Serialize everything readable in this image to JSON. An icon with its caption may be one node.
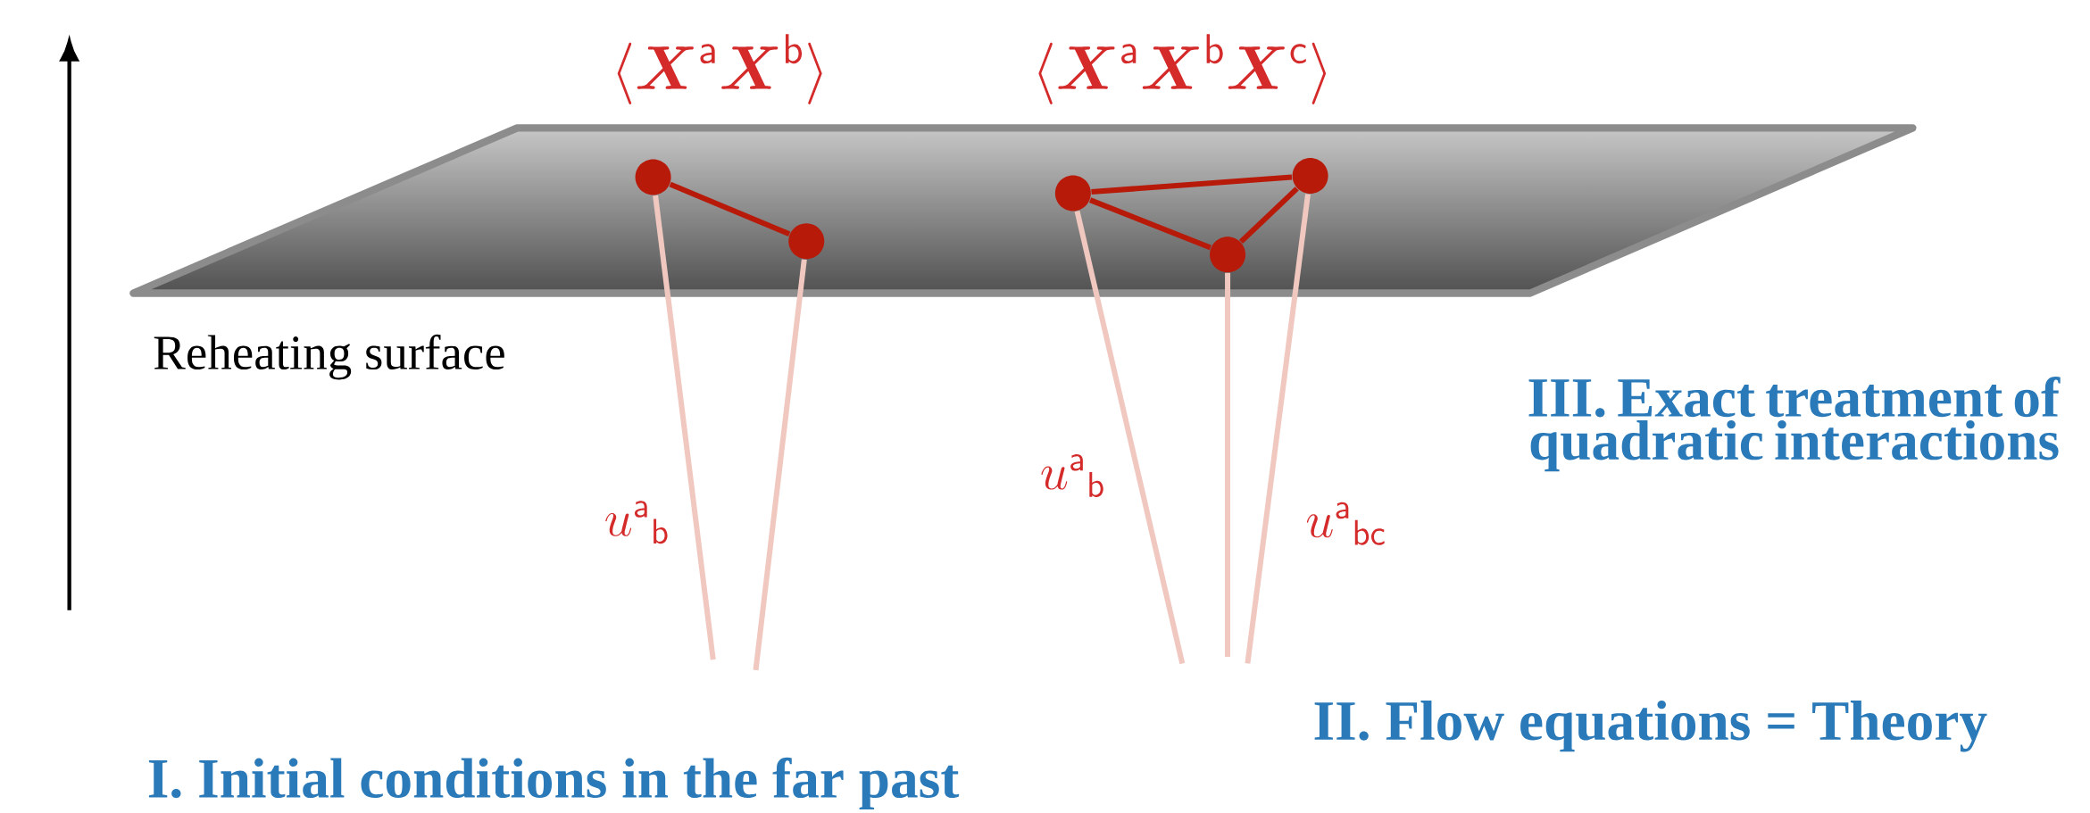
{
  "diagram": {
    "nodes": [
      {
        "text": [],
        "shape": "circle"
      },
      {
        "text": [],
        "shape": "circle"
      },
      {
        "text": [],
        "shape": "circle"
      },
      {
        "text": [],
        "shape": "circle"
      },
      {
        "text": [],
        "shape": "circle"
      }
    ],
    "edges": [
      {
        "from": 0,
        "to": 1,
        "arrow": "none",
        "color": "#b81a0a"
      },
      {
        "from": 2,
        "to": 4,
        "arrow": "none",
        "color": "#b81a0a"
      },
      {
        "from": 2,
        "to": 3,
        "arrow": "none",
        "color": "#b81a0a"
      },
      {
        "from": 3,
        "to": 4,
        "arrow": "none",
        "color": "#b81a0a"
      },
      {
        "from": 0,
        "to": null,
        "arrow": "none"
      },
      {
        "from": 1,
        "to": null,
        "arrow": "none"
      },
      {
        "from": 2,
        "to": null,
        "arrow": "none"
      },
      {
        "from": 3,
        "to": null,
        "arrow": "none"
      },
      {
        "from": 4,
        "to": null,
        "arrow": "none"
      }
    ],
    "labels": [
      "\\langle \\boldsymbol{X}^{\\mathsf{a}} \\boldsymbol{X}^{\\mathsf{b}} \\rangle",
      "\\langle \\boldsymbol{X}^{\\mathsf{a}} \\boldsymbol{X}^{\\mathsf{b}} \\boldsymbol{X}^{\\mathsf{c}} \\rangle",
      "Reheating surface",
      "III. Exact treatment of quadratic interactions",
      "u^{\\mathsf{a}}{}_{\\mathsf{b}}",
      "u^{\\mathsf{a}}{}_{\\mathsf{b}}",
      "u^{\\mathsf{a}}{}_{\\mathsf{bc}}",
      "II. Flow equations = Theory",
      "I. Initial conditions in the far past"
    ]
  }
}
